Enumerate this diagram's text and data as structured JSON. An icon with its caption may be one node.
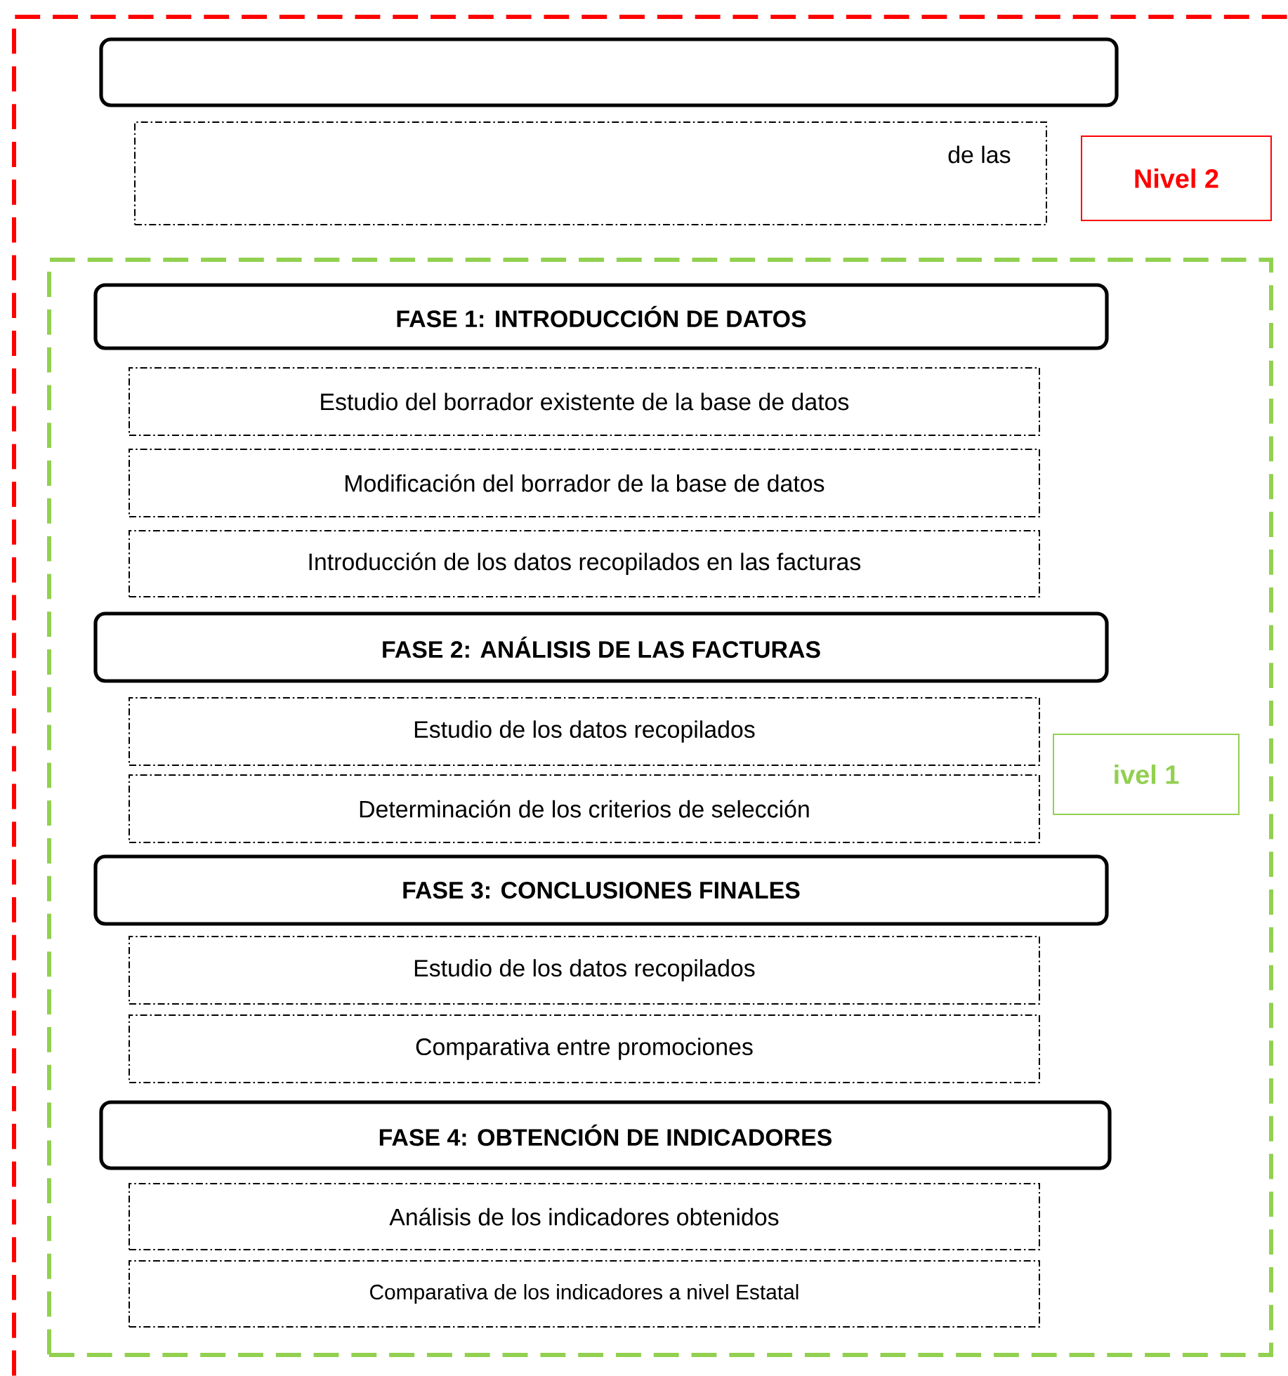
{
  "diagram": {
    "nodes": [
      {
        "text": [],
        "shape": "box"
      },
      {
        "text": [],
        "shape": "box",
        "in": 0
      },
      {
        "text": [
          "de las"
        ],
        "in": 0
      },
      {
        "text": [
          "Nivel 2"
        ],
        "in": 0
      },
      {
        "text": [],
        "shape": "box",
        "in": 0
      },
      {
        "text": [
          "FASE 1: INTRODUCCIÓN DE DATOS"
        ],
        "in": 4
      },
      {
        "text": [
          "Estudio del borrador existente de la base de datos"
        ],
        "in": 4
      },
      {
        "text": [
          "Modificación del borrador de la base de datos"
        ],
        "in": 4
      },
      {
        "text": [
          "Introducción de los datos recopilados en las facturas"
        ],
        "in": 4
      },
      {
        "text": [
          "FASE 2: ANÁLISIS DE LAS FACTURAS"
        ],
        "in": 4
      },
      {
        "text": [
          "Estudio de los datos recopilados"
        ],
        "in": 4
      },
      {
        "text": [
          "Determinación de los criterios de selección"
        ],
        "in": 4
      },
      {
        "text": [
          "ivel 1"
        ],
        "in": 4
      },
      {
        "text": [
          "FASE 3: CONCLUSIONES FINALES"
        ],
        "in": 4
      },
      {
        "text": [
          "Estudio de los datos recopilados"
        ],
        "in": 4
      },
      {
        "text": [
          "Comparativa entre promociones"
        ],
        "in": 4
      },
      {
        "text": [
          "FASE 4: OBTENCIÓN DE INDICADORES"
        ],
        "in": 4
      },
      {
        "text": [
          "Análisis de los indicadores obtenidos"
        ],
        "in": 4
      },
      {
        "text": [
          "Comparativa de los indicadores a nivel Estatal"
        ],
        "in": 4
      }
    ]
  }
}
